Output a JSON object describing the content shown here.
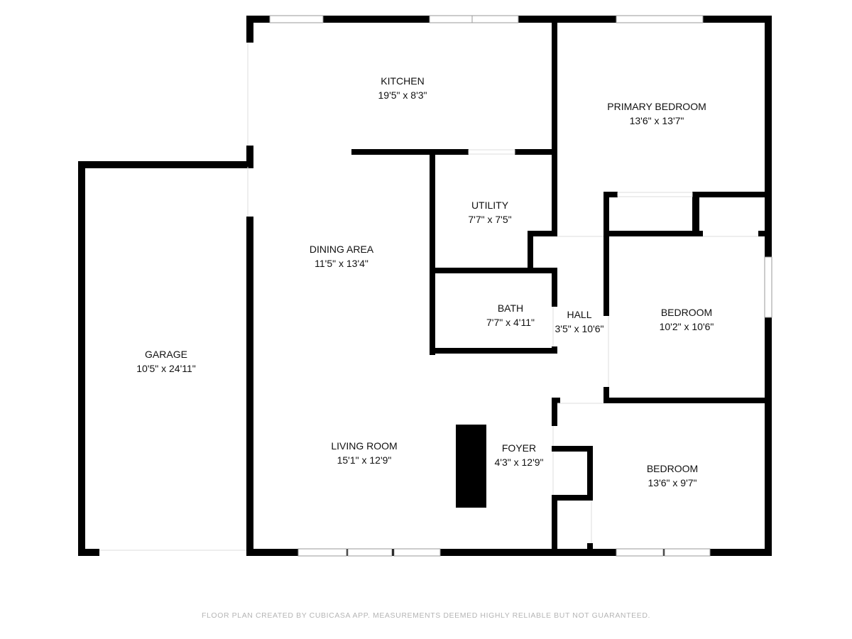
{
  "rooms": [
    {
      "name": "KITCHEN",
      "dims": "19'5\" x 8'3\""
    },
    {
      "name": "PRIMARY BEDROOM",
      "dims": "13'6\" x 13'7\""
    },
    {
      "name": "UTILITY",
      "dims": "7'7\" x 7'5\""
    },
    {
      "name": "DINING AREA",
      "dims": "11'5\" x 13'4\""
    },
    {
      "name": "BATH",
      "dims": "7'7\" x 4'11\""
    },
    {
      "name": "HALL",
      "dims": "3'5\" x 10'6\""
    },
    {
      "name": "BEDROOM",
      "dims": "10'2\" x 10'6\""
    },
    {
      "name": "GARAGE",
      "dims": "10'5\" x 24'11\""
    },
    {
      "name": "LIVING ROOM",
      "dims": "15'1\" x 12'9\""
    },
    {
      "name": "FOYER",
      "dims": "4'3\" x 12'9\""
    },
    {
      "name": "BEDROOM",
      "dims": "13'6\" x 9'7\""
    }
  ],
  "footer": "FLOOR PLAN CREATED BY CUBICASA APP. MEASUREMENTS DEEMED HIGHLY RELIABLE BUT NOT GUARANTEED.",
  "colors": {
    "wall": "#000000",
    "window": "#ffffff",
    "footer": "#b5b5b5"
  }
}
